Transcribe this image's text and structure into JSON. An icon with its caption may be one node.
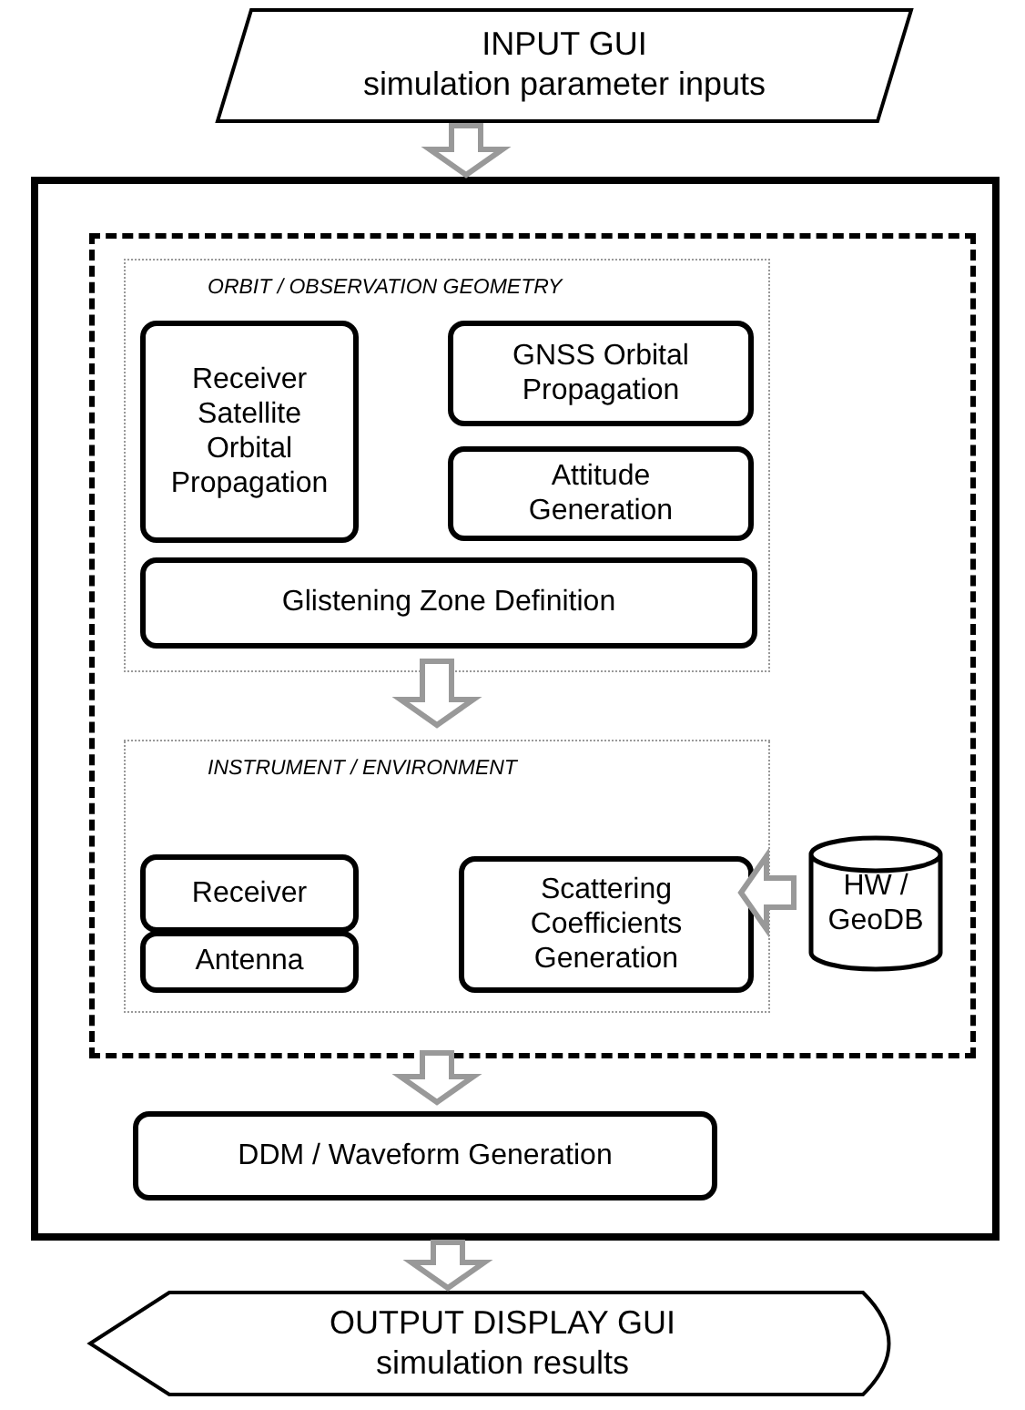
{
  "diagram": {
    "nodes": [
      {
        "text": [
          "INPUT GUI",
          "simulation parameter inputs"
        ]
      },
      {
        "text": [],
        "shape": "box"
      },
      {
        "text": [],
        "shape": "box",
        "in": 1
      },
      {
        "text": [
          "ORBIT / OBSERVATION GEOMETRY"
        ],
        "in": 2
      },
      {
        "text": [
          "Receiver Satellite Orbital Propagation"
        ],
        "in": 3
      },
      {
        "text": [
          "GNSS Orbital Propagation"
        ],
        "in": 3
      },
      {
        "text": [
          "Attitude Generation"
        ],
        "in": 3
      },
      {
        "text": [
          "Glistening Zone Definition"
        ],
        "in": 3
      },
      {
        "text": [
          "INSTRUMENT / ENVIRONMENT"
        ],
        "in": 2
      },
      {
        "text": [
          "Receiver"
        ],
        "in": 8
      },
      {
        "text": [
          "Antenna"
        ],
        "in": 8
      },
      {
        "text": [
          "Scattering Coefficients Generation"
        ],
        "in": 8
      },
      {
        "text": [
          "HW / GeoDB"
        ],
        "in": 2
      },
      {
        "text": [
          "DDM / Waveform Generation"
        ],
        "in": 1
      },
      {
        "text": [
          "OUTPUT DISPLAY GUI",
          "simulation results"
        ]
      }
    ],
    "edges": [
      {
        "from": 0,
        "to": 1,
        "arrow": "to",
        "style": "thick"
      },
      {
        "from": 3,
        "to": 8,
        "arrow": "to",
        "style": "thick"
      },
      {
        "from": 12,
        "to": 11,
        "arrow": "to",
        "style": "thick"
      },
      {
        "from": 2,
        "to": 13,
        "arrow": "to",
        "style": "thick"
      },
      {
        "from": 1,
        "to": 14,
        "arrow": "to",
        "style": "thick"
      }
    ]
  }
}
